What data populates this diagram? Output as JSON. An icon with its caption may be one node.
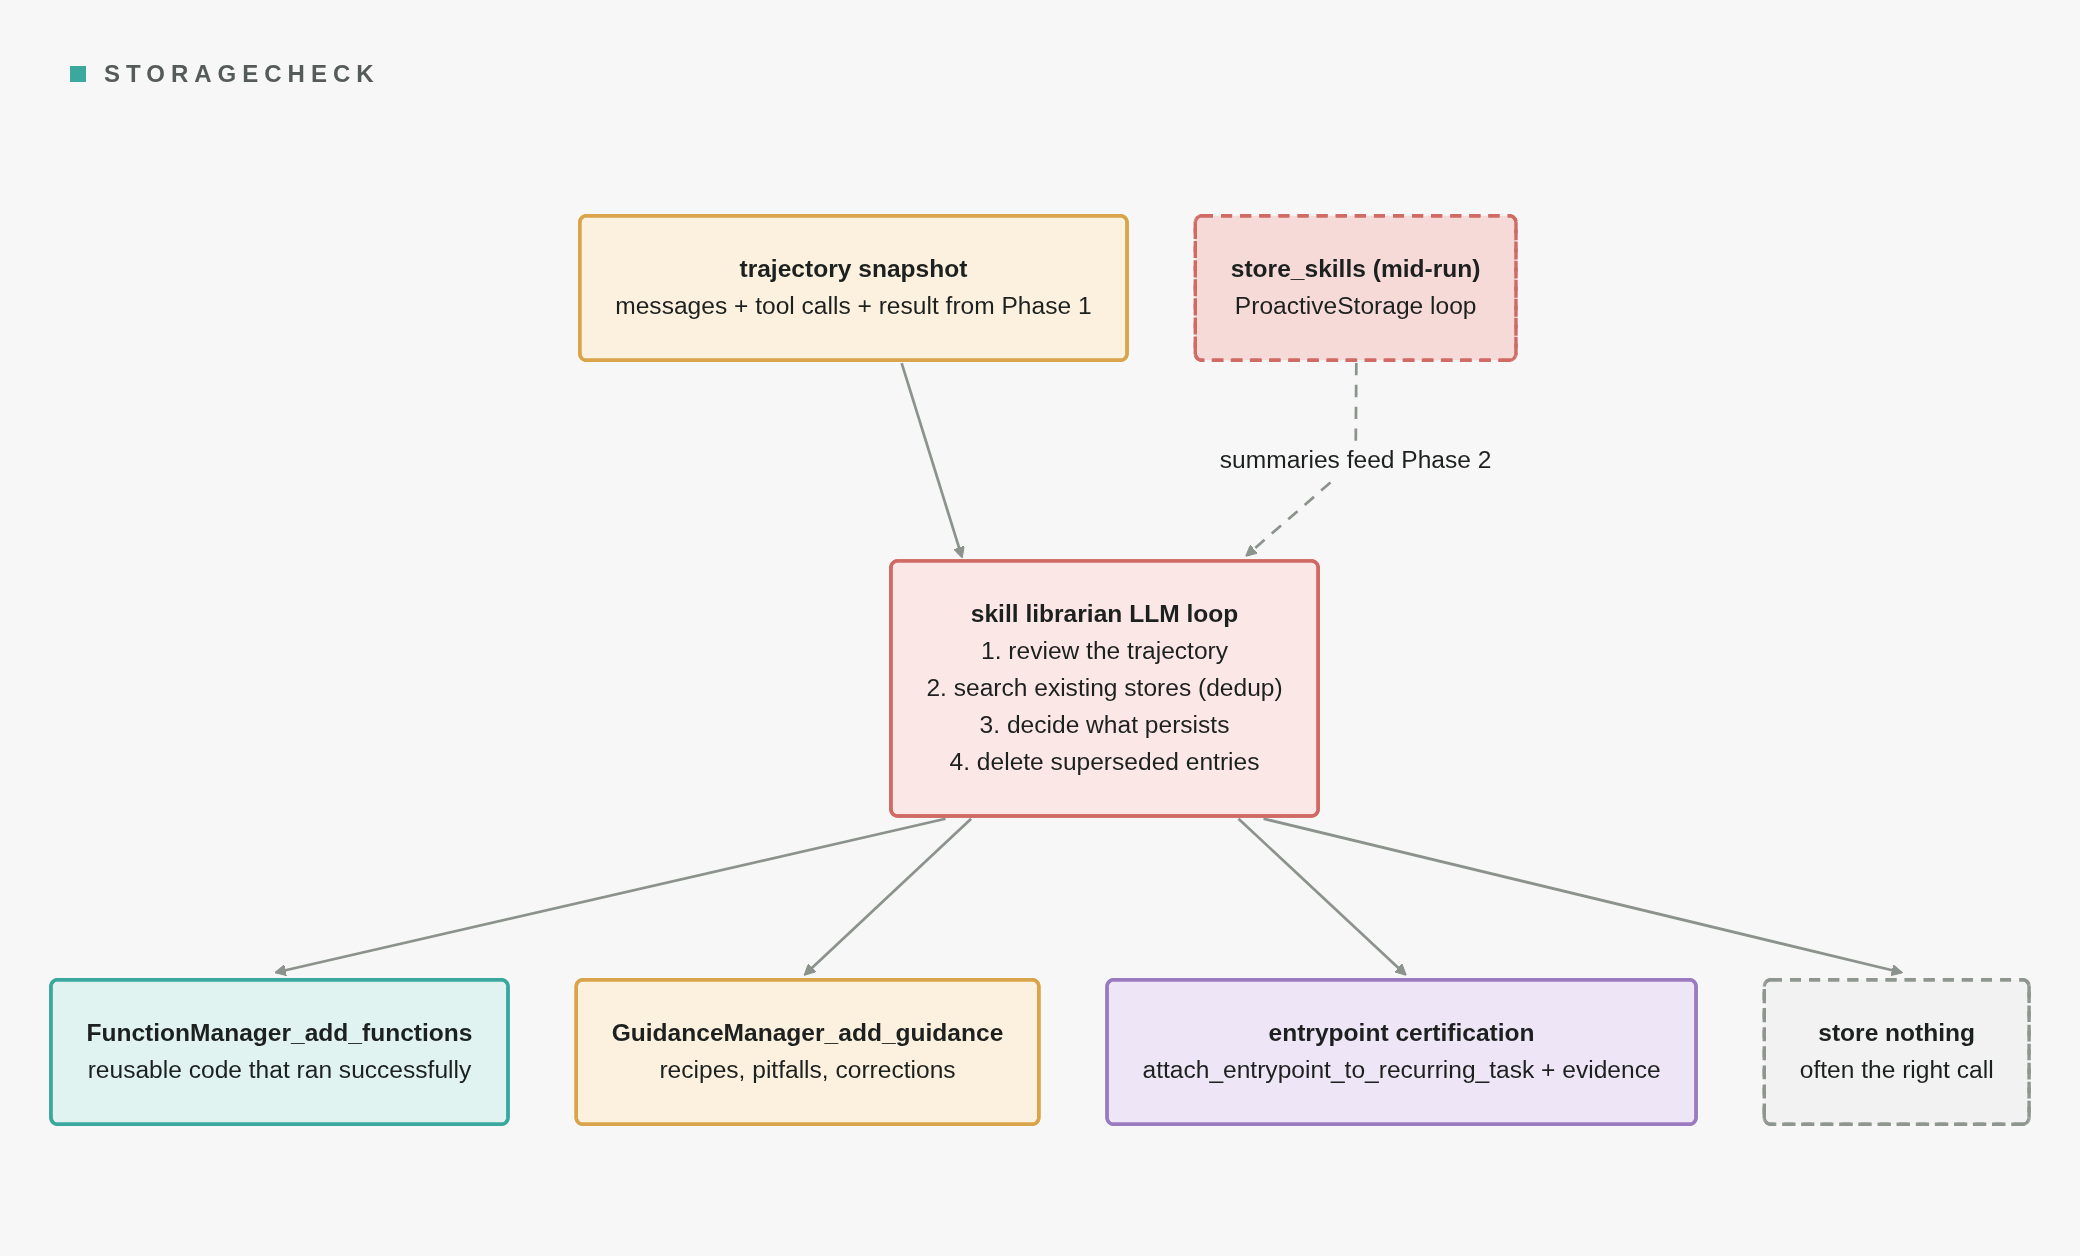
{
  "diagram": {
    "title": "STORAGECHECK",
    "nodes": [
      {
        "text": [
          "trajectory snapshot",
          "messages + tool calls + result from Phase 1"
        ]
      },
      {
        "text": [
          "skill librarian LLM loop",
          "1. review the trajectory",
          "2. search existing stores (dedup)",
          "3. decide what persists",
          "4. delete superseded entries"
        ]
      },
      {
        "text": [
          "store_skills (mid-run)",
          "ProactiveStorage loop"
        ]
      },
      {
        "text": [
          "FunctionManager_add_functions",
          "reusable code that ran successfully"
        ]
      },
      {
        "text": [
          "GuidanceManager_add_guidance",
          "recipes, pitfalls, corrections"
        ]
      },
      {
        "text": [
          "entrypoint certification",
          "attach_entrypoint_to_recurring_task + evidence"
        ]
      },
      {
        "text": [
          "store nothing",
          "often the right call"
        ]
      }
    ],
    "edges": [
      {
        "from": 0,
        "to": 1,
        "arrow": "to"
      },
      {
        "from": 2,
        "to": 1,
        "arrow": "to",
        "label": "summaries feed Phase 2",
        "style": "dashed"
      },
      {
        "from": 1,
        "to": 3,
        "arrow": "to"
      },
      {
        "from": 1,
        "to": 4,
        "arrow": "to"
      },
      {
        "from": 1,
        "to": 5,
        "arrow": "to"
      },
      {
        "from": 1,
        "to": 6,
        "arrow": "to"
      }
    ]
  }
}
